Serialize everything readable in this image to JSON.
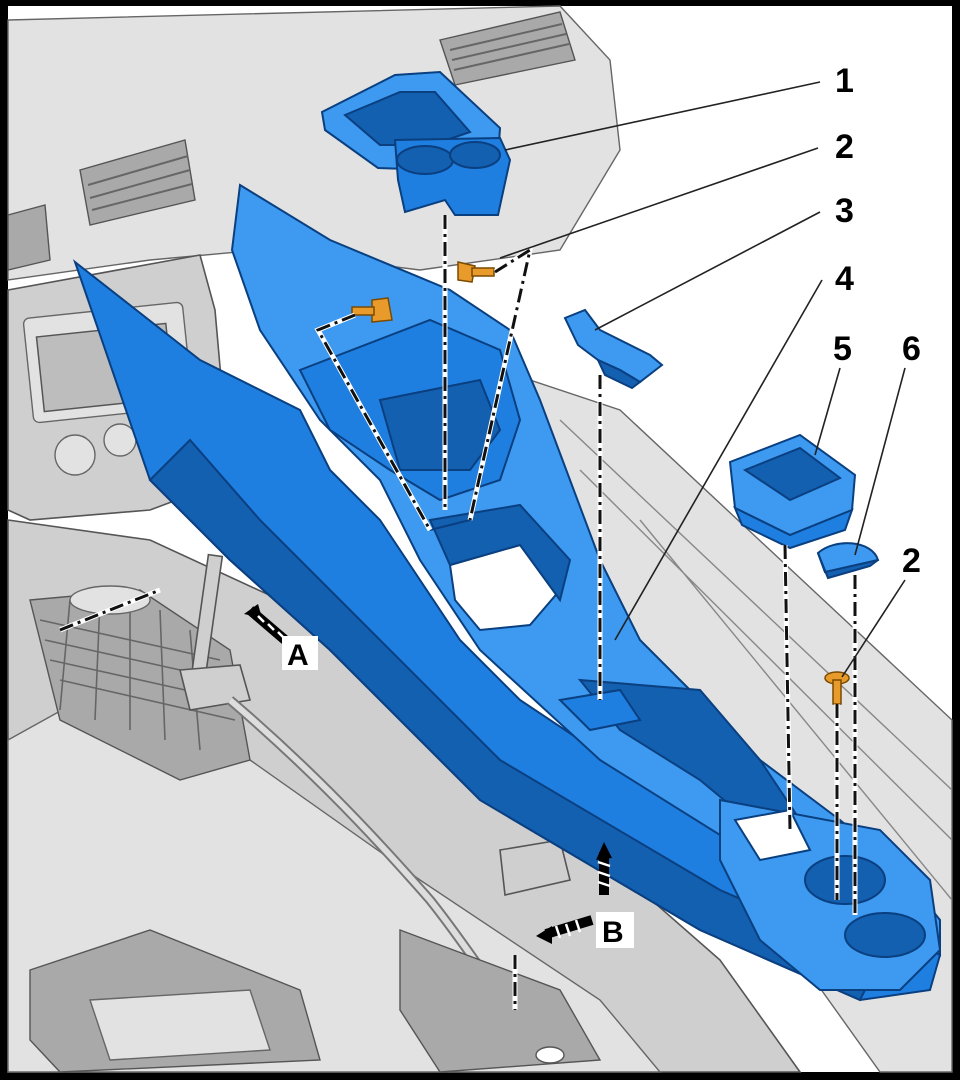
{
  "callouts": [
    {
      "id": "1",
      "label": "1"
    },
    {
      "id": "2a",
      "label": "2"
    },
    {
      "id": "3",
      "label": "3"
    },
    {
      "id": "4",
      "label": "4"
    },
    {
      "id": "5",
      "label": "5"
    },
    {
      "id": "6",
      "label": "6"
    },
    {
      "id": "2b",
      "label": "2"
    }
  ],
  "views": [
    {
      "id": "A",
      "label": "A"
    },
    {
      "id": "B",
      "label": "B"
    }
  ],
  "colors": {
    "part_blue": "#1f7fe0",
    "background_gray": "#cfcfcf",
    "screw_orange": "#e89a2a",
    "frame": "#000000"
  }
}
